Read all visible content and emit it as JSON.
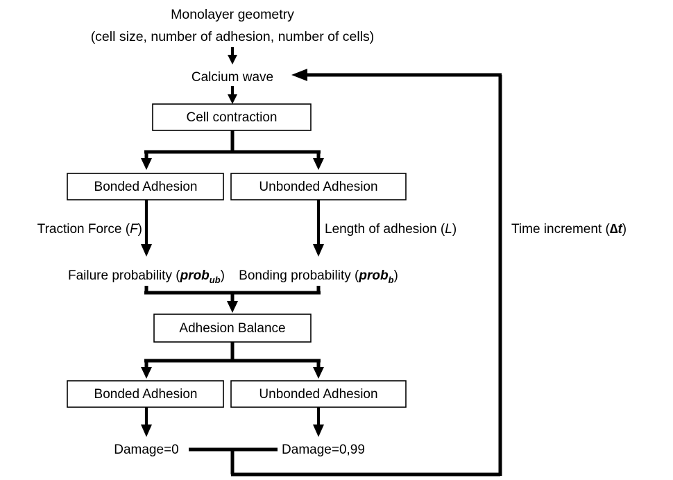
{
  "diagram": {
    "title_line1": "Monolayer geometry",
    "title_line2": "(cell size, number of adhesion, number of cells)",
    "nodes": {
      "calcium_wave": "Calcium wave",
      "cell_contraction": "Cell contraction",
      "bonded_adhesion_top": "Bonded Adhesion",
      "unbonded_adhesion_top": "Unbonded Adhesion",
      "adhesion_balance": "Adhesion Balance",
      "bonded_adhesion_bottom": "Bonded Adhesion",
      "unbonded_adhesion_bottom": "Unbonded Adhesion"
    },
    "edge_labels": {
      "traction_force_text": "Traction Force (",
      "traction_force_symbol": "F",
      "traction_force_close": ")",
      "length_adhesion_text": "Length of adhesion (",
      "length_adhesion_symbol": "L",
      "length_adhesion_close": ")",
      "failure_prob_text": "Failure probability (",
      "failure_prob_symbol": "prob",
      "failure_prob_sub": "ub",
      "failure_prob_close": ")",
      "bonding_prob_text": "Bonding probability (",
      "bonding_prob_symbol": "prob",
      "bonding_prob_sub": "b",
      "bonding_prob_close": ")",
      "time_increment_text": "Time increment (",
      "time_increment_symbol": "∆t",
      "time_increment_close": ")"
    },
    "outcomes": {
      "damage_zero": "Damage=0",
      "damage_high": "Damage=0,99"
    },
    "colors": {
      "line": "#000000",
      "box_fill": "#ffffff",
      "text": "#000000",
      "background": "#ffffff"
    }
  }
}
